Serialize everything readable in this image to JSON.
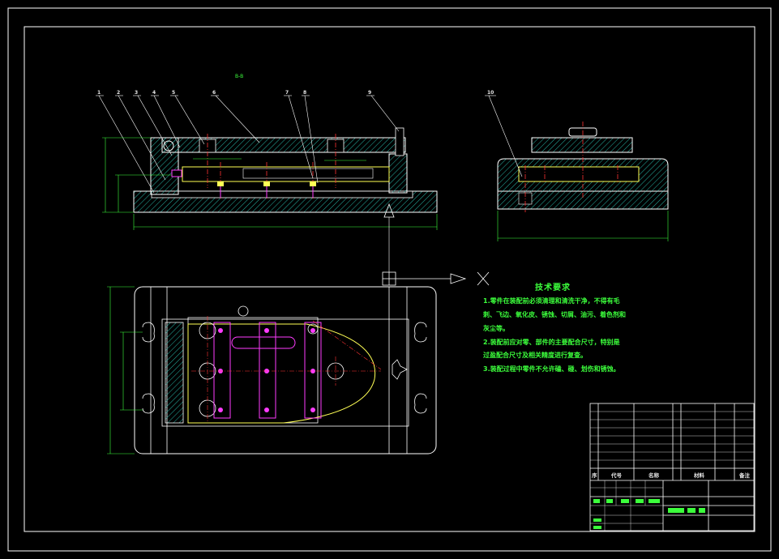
{
  "drawing": {
    "view_label": "B-B",
    "part_numbers": [
      "1",
      "2",
      "3",
      "4",
      "5",
      "6",
      "7",
      "8",
      "9",
      "10"
    ],
    "colors": {
      "background": "#000000",
      "outline": "#ffffff",
      "hatch": "#27b3a5",
      "dimension": "#3cff3c",
      "hole": "#ff3cff",
      "accent": "#ffff55",
      "center_line": "#ff3333"
    }
  },
  "tech_requirements": {
    "title": "技术要求",
    "lines": [
      "1.零件在装配前必须清理和清洗干净，不得有毛",
      "刺、飞边、氧化皮、锈蚀、切屑、油污、着色剂和",
      "灰尘等。",
      "2.装配前应对零、部件的主要配合尺寸，特别是",
      "过盈配合尺寸及相关精度进行复查。",
      "3.装配过程中零件不允许磕、碰、划伤和锈蚀。"
    ]
  },
  "title_block": {
    "headers": [
      "序",
      "代号",
      "名称",
      "材料",
      "备注"
    ]
  }
}
